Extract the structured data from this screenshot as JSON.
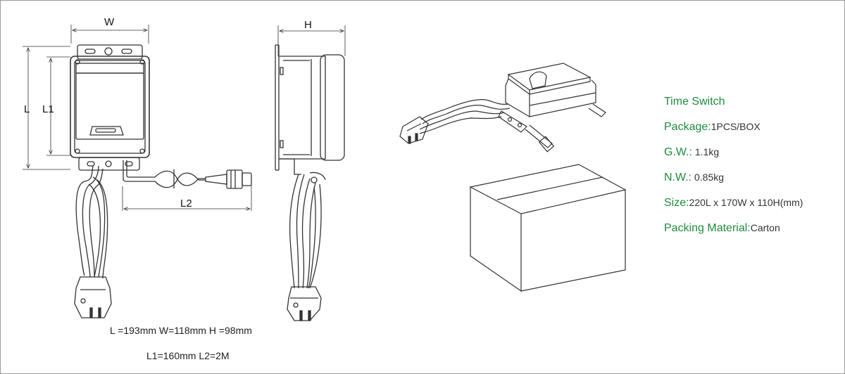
{
  "dimension_letters": {
    "w": "W",
    "h": "H",
    "l": "L",
    "l1": "L1",
    "l2": "L2"
  },
  "measurements": {
    "line1": "L =193mm   W=118mm   H =98mm",
    "line2": "L1=160mm   L2=2M"
  },
  "specs": {
    "title": "Time Switch",
    "package_label": "Package:",
    "package_value": "1PCS/BOX",
    "gw_label": "G.W.:",
    "gw_value": " 1.1kg",
    "nw_label": "N.W.:",
    "nw_value": " 0.85kg",
    "size_label": "Size:",
    "size_value": "220L x 170W x 110H(mm)",
    "material_label": "Packing Material:",
    "material_value": "Carton"
  },
  "colors": {
    "label_green": "#1f8a3c",
    "line": "#333333"
  }
}
